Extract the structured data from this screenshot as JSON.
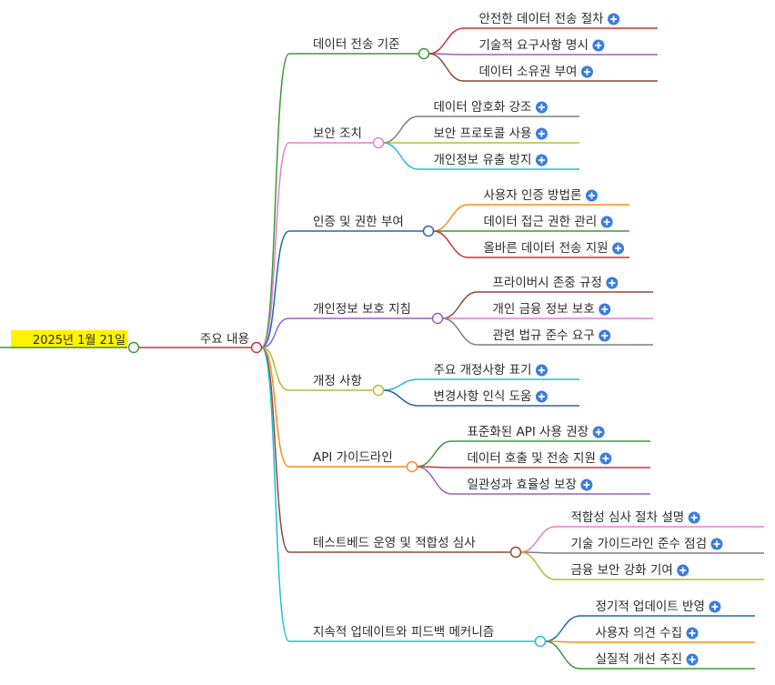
{
  "root": {
    "label": "2025년 1월 21일",
    "highlight_color": "#fff200"
  },
  "center": {
    "label": "주요 내용",
    "color": "#c0393b"
  },
  "branches": [
    {
      "label": "데이터 전송 기준",
      "color": "#3a9a3a",
      "children": [
        {
          "label": "안전한 데이터 전송 절차",
          "color": "#d62f2f"
        },
        {
          "label": "기술적 요구사항 명시",
          "color": "#9a5fc8"
        },
        {
          "label": "데이터 소유권 부여",
          "color": "#8b4c39"
        }
      ]
    },
    {
      "label": "보안 조치",
      "color": "#e77fc7",
      "children": [
        {
          "label": "데이터 암호화 강조",
          "color": "#7f7f7f"
        },
        {
          "label": "보안 프로토콜 사용",
          "color": "#b5bd2a"
        },
        {
          "label": "개인정보 유출 방지",
          "color": "#23bed3"
        }
      ]
    },
    {
      "label": "인증 및 권한 부여",
      "color": "#2267b0",
      "children": [
        {
          "label": "사용자 인증 방법론",
          "color": "#ff8c1a"
        },
        {
          "label": "데이터 접근 권한 관리",
          "color": "#3a9a3a"
        },
        {
          "label": "올바른 데이터 전송 지원",
          "color": "#d62f2f"
        }
      ]
    },
    {
      "label": "개인정보 보호 지침",
      "color": "#9a5fc8",
      "children": [
        {
          "label": "프라이버시 존중 규정",
          "color": "#8b4c39"
        },
        {
          "label": "개인 금융 정보 보호",
          "color": "#e77fc7"
        },
        {
          "label": "관련 법규 준수 요구",
          "color": "#7f7f7f"
        }
      ]
    },
    {
      "label": "개정 사항",
      "color": "#b5bd2a",
      "children": [
        {
          "label": "주요 개정사항 표기",
          "color": "#23bed3"
        },
        {
          "label": "변경사항 인식 도움",
          "color": "#2267b0"
        }
      ]
    },
    {
      "label": "API 가이드라인",
      "color": "#ff8c1a",
      "children": [
        {
          "label": "표준화된 API 사용 권장",
          "color": "#3a9a3a"
        },
        {
          "label": "데이터 호출 및 전송 지원",
          "color": "#d62f2f"
        },
        {
          "label": "일관성과 효율성 보장",
          "color": "#9a5fc8"
        }
      ]
    },
    {
      "label": "테스트베드 운영 및 적합성 심사",
      "color": "#8b4c39",
      "children": [
        {
          "label": "적합성 심사 절차 설명",
          "color": "#e77fc7"
        },
        {
          "label": "기술 가이드라인 준수 점검",
          "color": "#7f7f7f"
        },
        {
          "label": "금융 보안 강화 기여",
          "color": "#b5bd2a"
        }
      ]
    },
    {
      "label": "지속적 업데이트와 피드백 메커니즘",
      "color": "#23bed3",
      "children": [
        {
          "label": "정기적 업데이트 반영",
          "color": "#2267b0"
        },
        {
          "label": "사용자 의견 수집",
          "color": "#ff8c1a"
        },
        {
          "label": "실질적 개선 추진",
          "color": "#3a9a3a"
        }
      ]
    }
  ]
}
